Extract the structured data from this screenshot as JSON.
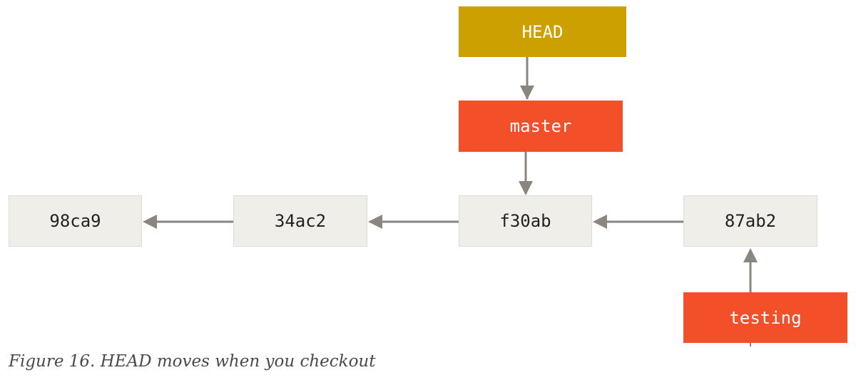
{
  "diagram": {
    "head_label": "HEAD",
    "branches": {
      "master": "master",
      "testing": "testing"
    },
    "commits": [
      "98ca9",
      "34ac2",
      "f30ab",
      "87ab2"
    ],
    "colors": {
      "head": "#cba000",
      "branch": "#f34f29",
      "commit": "#efeee9",
      "arrow": "#8a857d"
    }
  },
  "caption": "Figure 16. HEAD moves when you checkout"
}
